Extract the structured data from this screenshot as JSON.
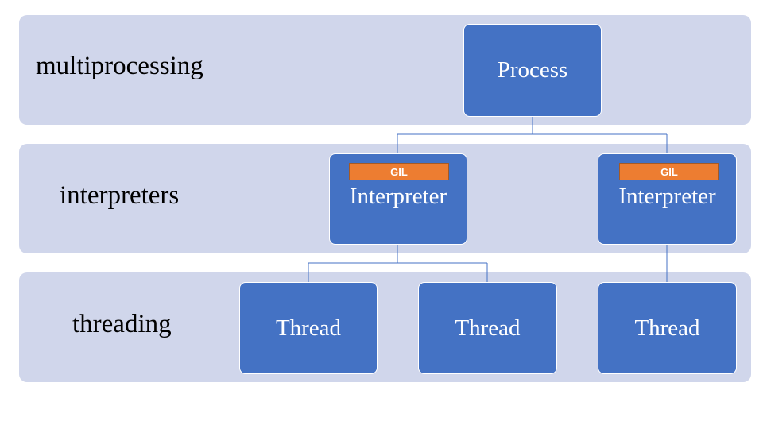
{
  "layers": {
    "multiprocessing": "multiprocessing",
    "interpreters": "interpreters",
    "threading": "threading"
  },
  "nodes": {
    "process": "Process",
    "interpreters": [
      {
        "label": "Interpreter",
        "lock": "GIL"
      },
      {
        "label": "Interpreter",
        "lock": "GIL"
      }
    ],
    "threads": [
      "Thread",
      "Thread",
      "Thread"
    ]
  },
  "colors": {
    "band": "#d0d6eb",
    "node": "#4472c4",
    "gil": "#ed7d31",
    "text_on_node": "#ffffff"
  }
}
